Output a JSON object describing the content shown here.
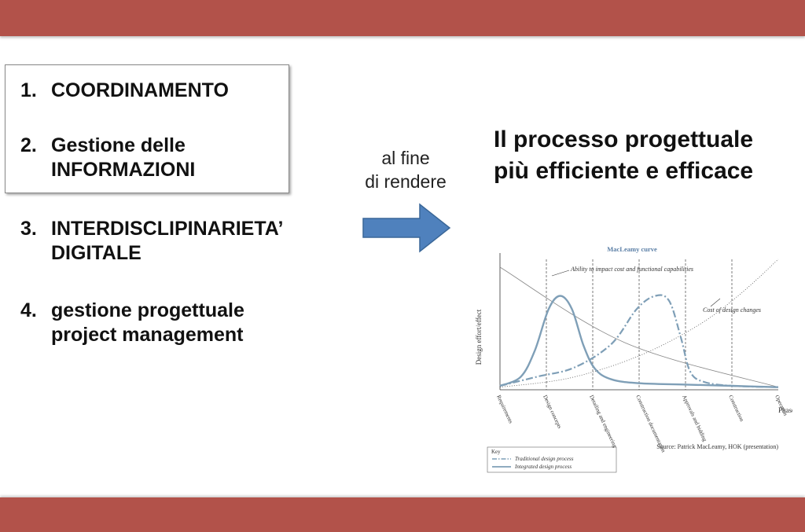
{
  "list": {
    "items": [
      {
        "num": "1.",
        "lines": [
          "COORDINAMENTO"
        ]
      },
      {
        "num": "2.",
        "lines": [
          "Gestione delle",
          "INFORMAZIONI"
        ]
      },
      {
        "num": "3.",
        "lines": [
          "INTERDISCLIPINARIETA’",
          "DIGITALE"
        ]
      },
      {
        "num": "4.",
        "lines": [
          "gestione progettuale",
          "project management"
        ]
      }
    ]
  },
  "connector": {
    "line1": "al fine",
    "line2": "di rendere"
  },
  "headline": {
    "line1": "Il processo progettuale",
    "line2": "più efficiente e efficace"
  },
  "colors": {
    "band": "#b2524a",
    "arrow": "#4f81bd",
    "curve": "#7f9fb7"
  },
  "chart_data": {
    "type": "line",
    "title": "MacLeamy curve",
    "ylabel": "Design effort/effect",
    "xlabel": "Phases",
    "categories": [
      "Requirements",
      "Design concepts",
      "Detailing and engineering",
      "Construction documentation",
      "Approvals and bidding",
      "Construction",
      "Operation"
    ],
    "annotations": [
      "Ability to impact cost and functional capabilities",
      "Cost of design changes"
    ],
    "key": {
      "title": "Key",
      "traditional": "Traditional design process",
      "integrated": "Integrated design process"
    },
    "source": "Source: Patrick MacLeamy, HOK (presentation)",
    "series": [
      {
        "name": "Ability to impact cost and functional capabilities",
        "style": "thin",
        "x": [
          0,
          2.7,
          6.0
        ],
        "y": [
          0.94,
          0.36,
          0.02
        ]
      },
      {
        "name": "Cost of design changes",
        "style": "dotted",
        "x": [
          0,
          1.5,
          3.0,
          4.3,
          5.2,
          6.0
        ],
        "y": [
          0.02,
          0.09,
          0.26,
          0.5,
          0.74,
          1.0
        ]
      },
      {
        "name": "Traditional design process",
        "style": "dashdot",
        "x": [
          0,
          0.8,
          1.6,
          2.4,
          2.95,
          3.35,
          3.65,
          3.9,
          4.1,
          4.4,
          5.0,
          6.0
        ],
        "y": [
          0.03,
          0.1,
          0.17,
          0.35,
          0.62,
          0.72,
          0.68,
          0.4,
          0.14,
          0.06,
          0.03,
          0.02
        ]
      },
      {
        "name": "Integrated design process",
        "style": "solid",
        "x": [
          0,
          0.45,
          0.75,
          1.05,
          1.3,
          1.55,
          1.8,
          2.05,
          2.4,
          3.0,
          4.0,
          5.0,
          6.0
        ],
        "y": [
          0.03,
          0.1,
          0.3,
          0.62,
          0.72,
          0.62,
          0.34,
          0.16,
          0.08,
          0.05,
          0.04,
          0.03,
          0.02
        ]
      }
    ]
  }
}
